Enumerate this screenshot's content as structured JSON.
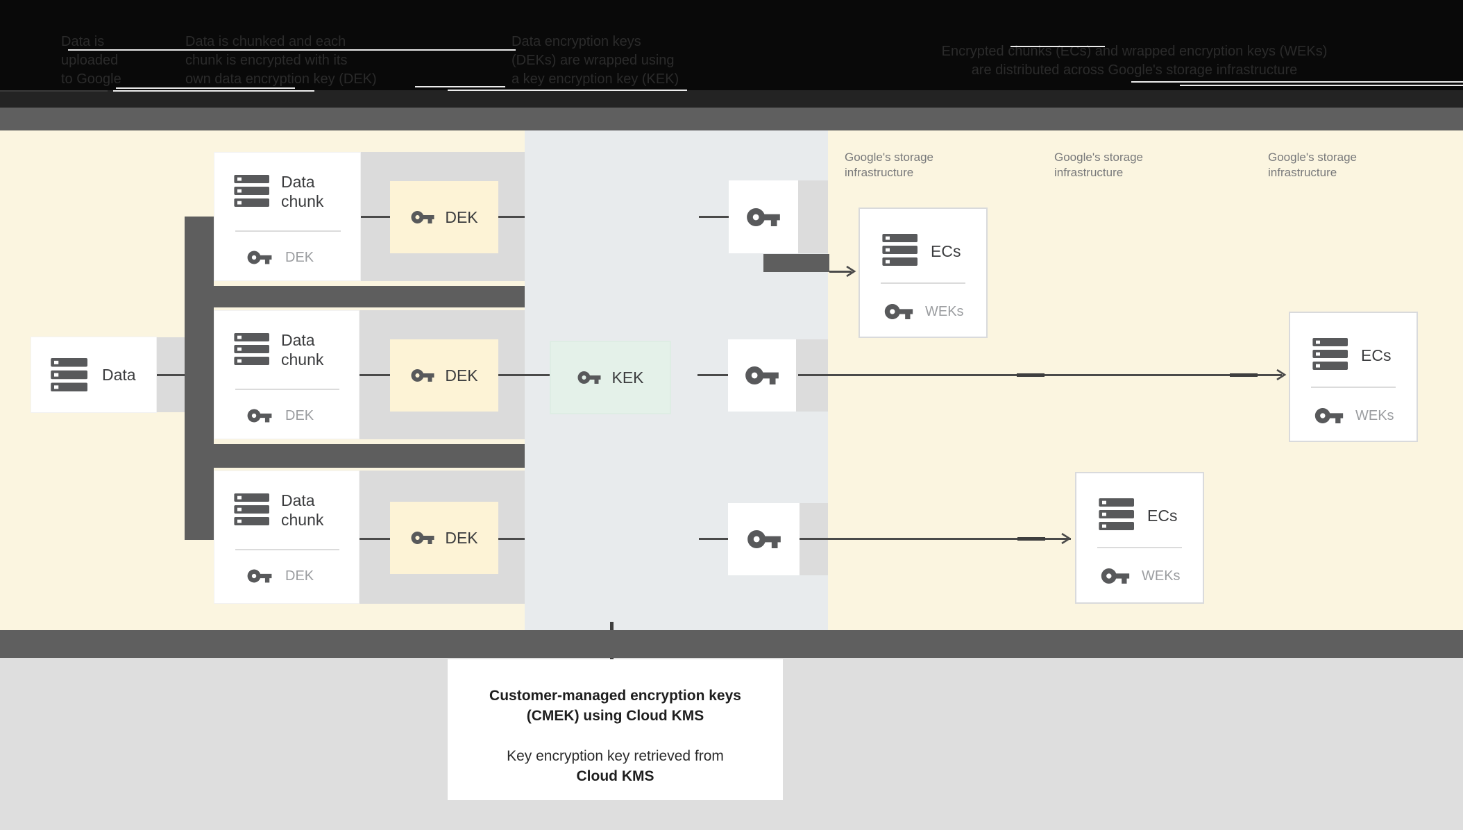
{
  "header": {
    "steps": [
      {
        "lines": [
          "Data is",
          "uploaded",
          "to Google"
        ]
      },
      {
        "lines": [
          "Data is chunked and each",
          "chunk is encrypted with its",
          "own data encryption key (DEK)"
        ]
      },
      {
        "lines": [
          "Data encryption keys",
          "(DEKs) are wrapped using",
          "a key encryption key (KEK)"
        ]
      },
      {
        "lines": [
          "Encrypted chunks (ECs) and wrapped encryption keys (WEKs)",
          "are distributed across Google's storage infrastructure"
        ]
      }
    ]
  },
  "diagram": {
    "data_box": {
      "label": "Data"
    },
    "chunks": [
      {
        "title": "Data chunk",
        "key_label": "DEK"
      },
      {
        "title": "Data chunk",
        "key_label": "DEK"
      },
      {
        "title": "Data chunk",
        "key_label": "DEK"
      }
    ],
    "dek_boxes": [
      {
        "label": "DEK"
      },
      {
        "label": "DEK"
      },
      {
        "label": "DEK"
      }
    ],
    "kek_box": {
      "label": "KEK"
    },
    "storage_labels": [
      {
        "line1": "Google's storage",
        "line2": "infrastructure"
      },
      {
        "line1": "Google's storage",
        "line2": "infrastructure"
      },
      {
        "line1": "Google's storage",
        "line2": "infrastructure"
      }
    ],
    "ecs_cards": [
      {
        "title": "ECs",
        "key_label": "WEKs"
      },
      {
        "title": "ECs",
        "key_label": "WEKs"
      },
      {
        "title": "ECs",
        "key_label": "WEKs"
      }
    ]
  },
  "caption": {
    "heading_line1": "Customer-managed encryption keys",
    "heading_line2": "(CMEK) using Cloud KMS",
    "body_line1": "Key encryption key retrieved from",
    "body_line2": "Cloud KMS"
  },
  "colors": {
    "cream": "#FBF5E0",
    "blue_panel": "#E8EBED",
    "dark_band": "#5F5F5F",
    "row_gray": "#DBDBDB",
    "dek_yellow": "#FDF3D6",
    "kek_green": "#E4F1E9",
    "connector": "#4A4A4A",
    "bottom_gray": "#DEDEDE"
  }
}
